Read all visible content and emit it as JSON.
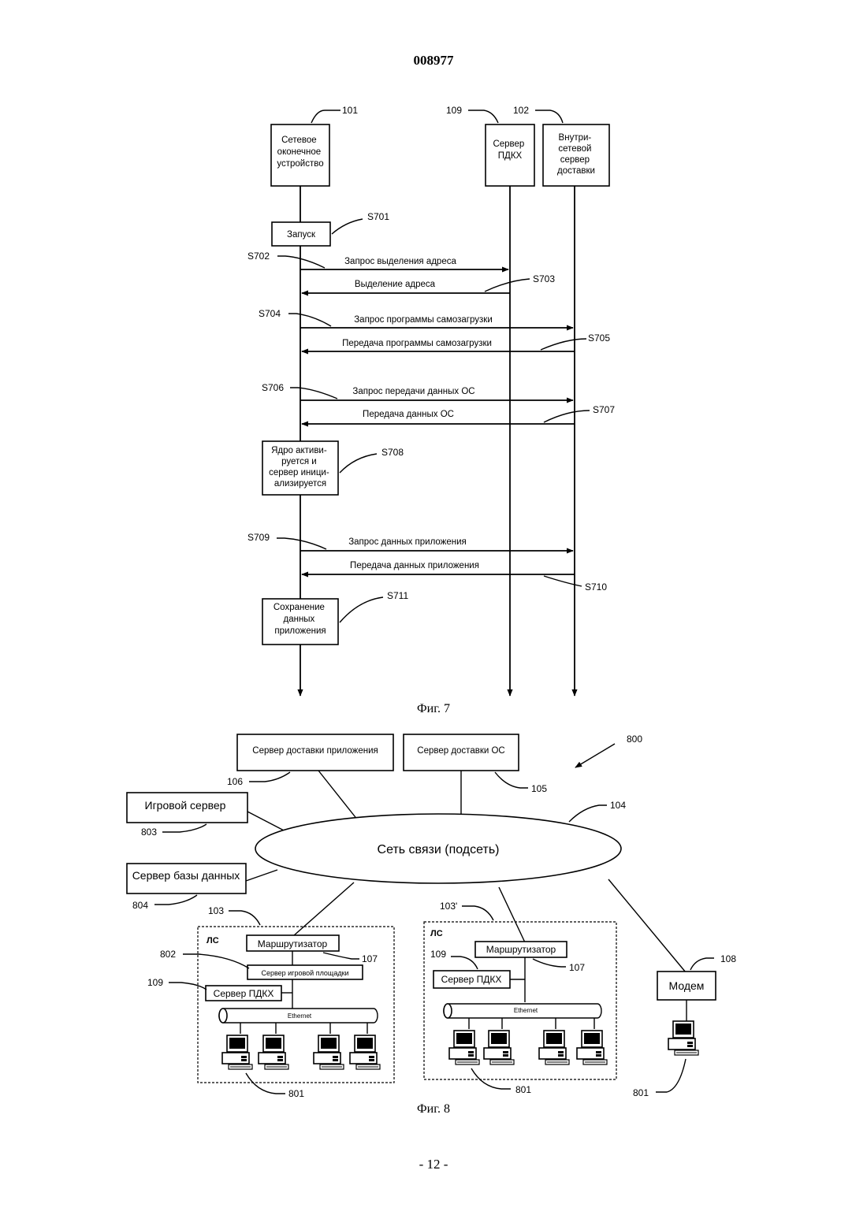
{
  "page": {
    "header": "008977",
    "footer": "- 12 -"
  },
  "fig7": {
    "caption": "Фиг. 7",
    "entities": [
      {
        "ref": "101",
        "label": [
          "Сетевое",
          "оконечное",
          "устройство"
        ]
      },
      {
        "ref": "109",
        "label": [
          "Сервер",
          "ПДКХ"
        ]
      },
      {
        "ref": "102",
        "label": [
          "Внутри-",
          "сетевой",
          "сервер",
          "доставки"
        ]
      }
    ],
    "process_boxes": [
      {
        "step": "S701",
        "label": [
          "Запуск"
        ]
      },
      {
        "step": "S708",
        "label": [
          "Ядро активи-",
          "руется и",
          "сервер иници-",
          "ализируется"
        ]
      },
      {
        "step": "S711",
        "label": [
          "Сохранение",
          "данных",
          "приложения"
        ]
      }
    ],
    "messages": [
      {
        "step": "S702",
        "text": "Запрос выделения адреса",
        "from": "101",
        "to": "109"
      },
      {
        "step": "S703",
        "text": "Выделение адреса",
        "from": "109",
        "to": "101"
      },
      {
        "step": "S704",
        "text": "Запрос программы самозагрузки",
        "from": "101",
        "to": "102"
      },
      {
        "step": "S705",
        "text": "Передача программы самозагрузки",
        "from": "102",
        "to": "101"
      },
      {
        "step": "S706",
        "text": "Запрос передачи данных ОС",
        "from": "101",
        "to": "102"
      },
      {
        "step": "S707",
        "text": "Передача данных ОС",
        "from": "102",
        "to": "101"
      },
      {
        "step": "S709",
        "text": "Запрос данных приложения",
        "from": "101",
        "to": "102"
      },
      {
        "step": "S710",
        "text": "Передача данных приложения",
        "from": "102",
        "to": "101"
      }
    ]
  },
  "fig8": {
    "caption": "Фиг. 8",
    "system_ref": "800",
    "network": {
      "label": "Сеть связи (подсеть)",
      "ref": "104"
    },
    "servers": [
      {
        "label": "Сервер доставки приложения",
        "ref": "106"
      },
      {
        "label": "Сервер доставки ОС",
        "ref": "105"
      },
      {
        "label": "Игровой сервер",
        "ref": "803"
      },
      {
        "label": "Сервер базы данных",
        "ref": "804"
      }
    ],
    "lans": [
      {
        "ref": "103",
        "title": "ЛС",
        "router": {
          "label": "Маршрутизатор",
          "ref": "107"
        },
        "game_server": {
          "label": "Сервер игровой площадки",
          "ref": "802"
        },
        "dhcp": {
          "label": "Сервер ПДКХ",
          "ref": "109"
        },
        "bus": "Ethernet",
        "terminals_ref": "801"
      },
      {
        "ref": "103'",
        "title": "ЛС",
        "router": {
          "label": "Маршрутизатор",
          "ref": "107"
        },
        "dhcp": {
          "label": "Сервер ПДКХ",
          "ref": "109"
        },
        "bus": "Ethernet",
        "terminals_ref": "801"
      }
    ],
    "modem": {
      "label": "Модем",
      "ref": "108",
      "terminal_ref": "801"
    }
  }
}
